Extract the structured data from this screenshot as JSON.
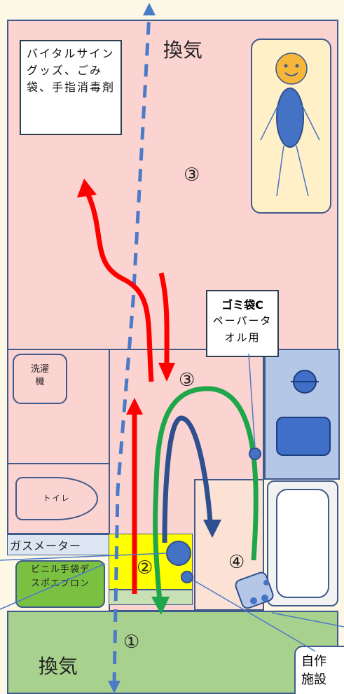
{
  "labels": {
    "ventilation_top": "換気",
    "ventilation_bottom": "換気",
    "supplies_note": "バイタルサイングッズ、ごみ袋、手指消毒剤",
    "trash_bag_title": "ゴミ袋C",
    "trash_bag_sub": "ペーパータオル用",
    "washer": "洗濯機",
    "toilet": "トイレ",
    "gas_meter": "ガスメーター",
    "gloves_apron": "ビニル手袋デスポエプロン",
    "step_1": "①",
    "step_2": "②",
    "step_3_upper": "③",
    "step_3_lower": "③",
    "step_4": "④",
    "callout_partial": "自作 施設"
  },
  "colors": {
    "room_pink": "#fbd3d0",
    "outline_blue": "#3f5a8c",
    "route_red": "#ff0000",
    "route_green": "#1fa64a",
    "route_navy": "#2f4f8f",
    "airflow_dash": "#4a7bc8",
    "entry_green": "#a9d18e",
    "gloves_green": "#7ac142",
    "gas_yellow": "#ffff00",
    "bed_cream": "#fff0c8",
    "kitchen_blue": "#b4c7e7"
  }
}
